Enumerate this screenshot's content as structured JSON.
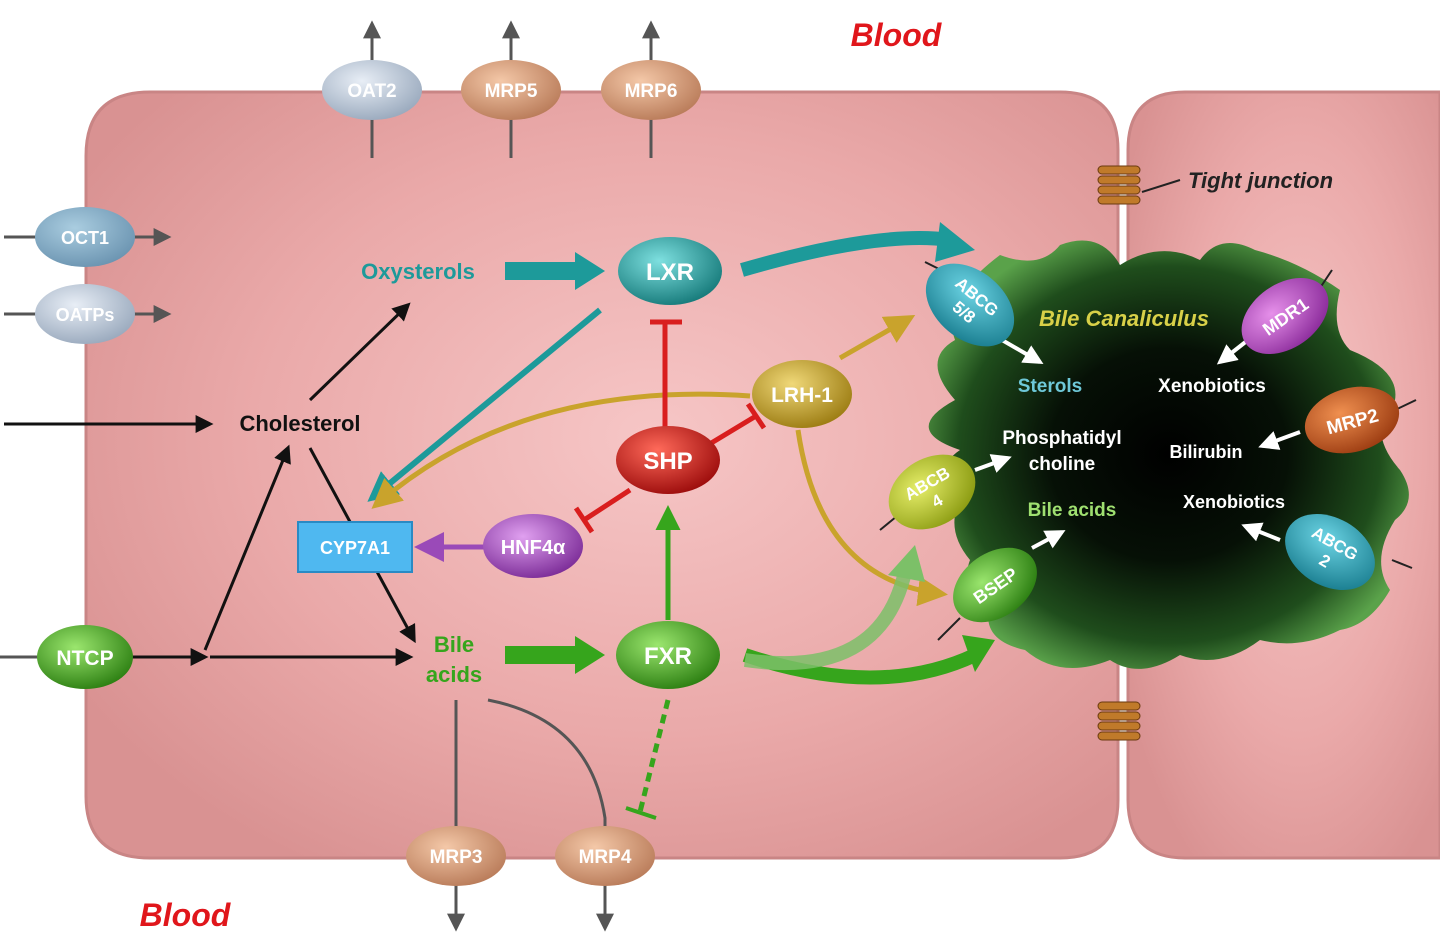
{
  "labels": {
    "blood_top": "Blood",
    "blood_bottom": "Blood",
    "tight_junction": "Tight junction",
    "bile_canaliculus": "Bile Canaliculus",
    "oxysterols": "Oxysterols",
    "cholesterol": "Cholesterol",
    "bile_acids_line1": "Bile",
    "bile_acids_line2": "acids",
    "sterols": "Sterols",
    "xenobiotics_top": "Xenobiotics",
    "phosphatidyl_line1": "Phosphatidyl",
    "phosphatidyl_line2": "choline",
    "bilirubin": "Bilirubin",
    "xenobiotics_bottom": "Xenobiotics",
    "canal_bile_acids": "Bile acids"
  },
  "transporters": {
    "oat2": "OAT2",
    "mrp5": "MRP5",
    "mrp6": "MRP6",
    "oct1": "OCT1",
    "oatps": "OATPs",
    "ntcp": "NTCP",
    "mrp3": "MRP3",
    "mrp4": "MRP4",
    "abcg58_line1": "ABCG",
    "abcg58_line2": "5/8",
    "abcb4_line1": "ABCB",
    "abcb4_line2": "4",
    "bsep": "BSEP",
    "mdr1": "MDR1",
    "mrp2": "MRP2",
    "abcg2_line1": "ABCG",
    "abcg2_line2": "2"
  },
  "nodes": {
    "lxr": "LXR",
    "lrh1": "LRH-1",
    "shp": "SHP",
    "hnf4a": "HNF4α",
    "fxr": "FXR",
    "cyp7a1": "CYP7A1"
  },
  "colors": {
    "cell": "#e7a3a3",
    "cell_edge": "#c98585",
    "blood_text": "#e0161b",
    "teal": "#1d9a9a",
    "green": "#36a51c",
    "gold": "#c9a32c",
    "red": "#d91e1e",
    "purple": "#9a4ab8",
    "cyp": "#4fb8f0",
    "canal_dark": "#050d05",
    "canal_light": "#4b9a3c"
  }
}
